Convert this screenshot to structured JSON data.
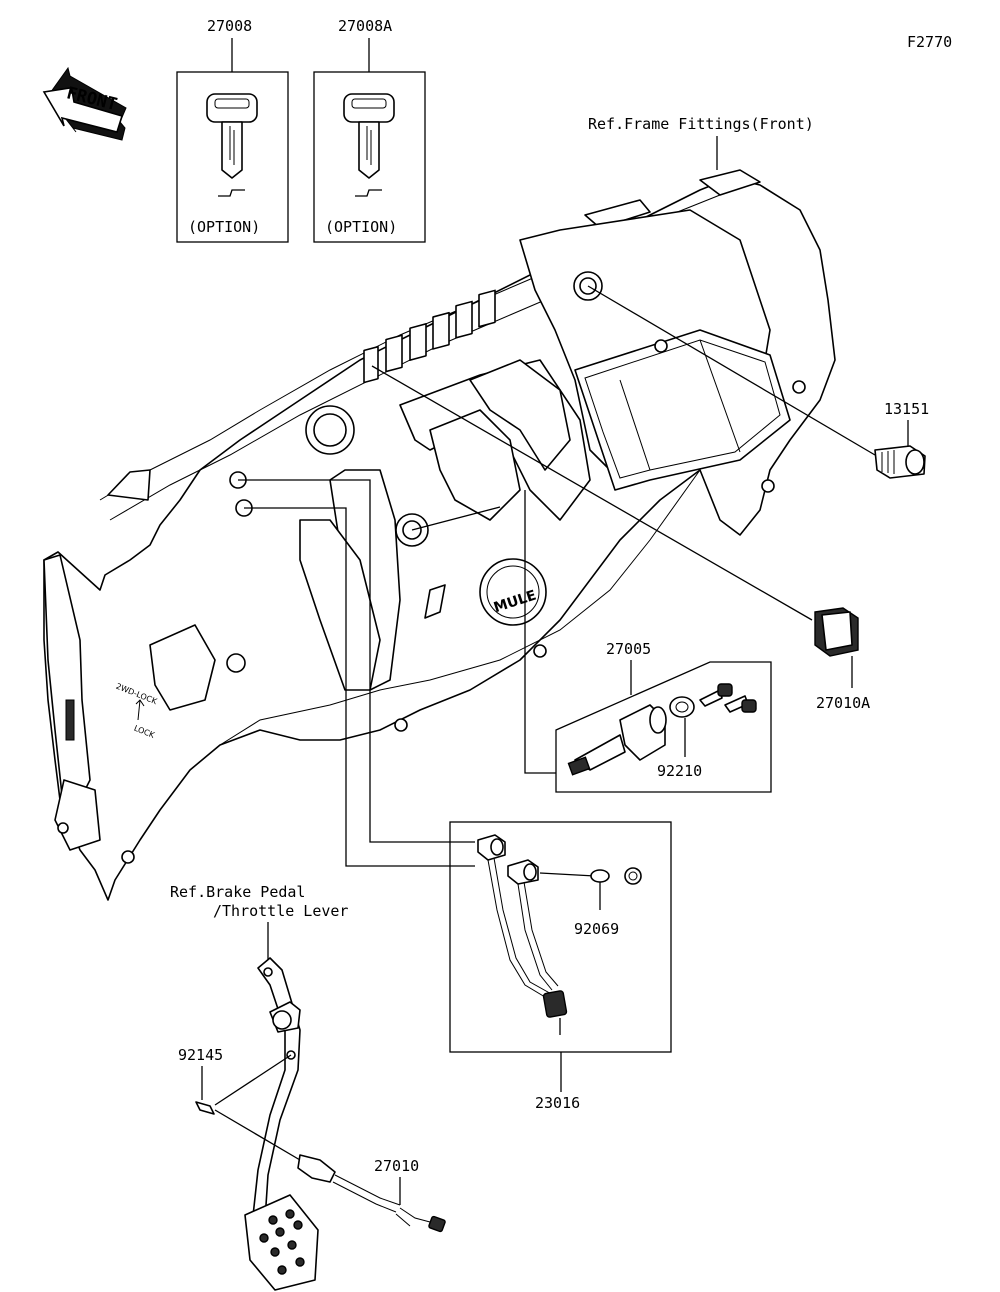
{
  "figure_id": "F2770",
  "front_arrow": "FRONT",
  "keys": [
    {
      "part": "27008",
      "note": "(OPTION)"
    },
    {
      "part": "27008A",
      "note": "(OPTION)"
    }
  ],
  "references": {
    "frame_fittings": "Ref.Frame Fittings(Front)",
    "brake_line1": "Ref.Brake Pedal",
    "brake_line2": "/Throttle Lever"
  },
  "parts": {
    "p13151": "13151",
    "p27010A": "27010A",
    "p27005": "27005",
    "p92210": "92210",
    "p92069": "92069",
    "p23016": "23016",
    "p92145": "92145",
    "p27010": "27010"
  },
  "panel_markings": {
    "badge": "MULE",
    "label_2wd": "2WD-LOCK",
    "label_lock": "LOCK"
  }
}
